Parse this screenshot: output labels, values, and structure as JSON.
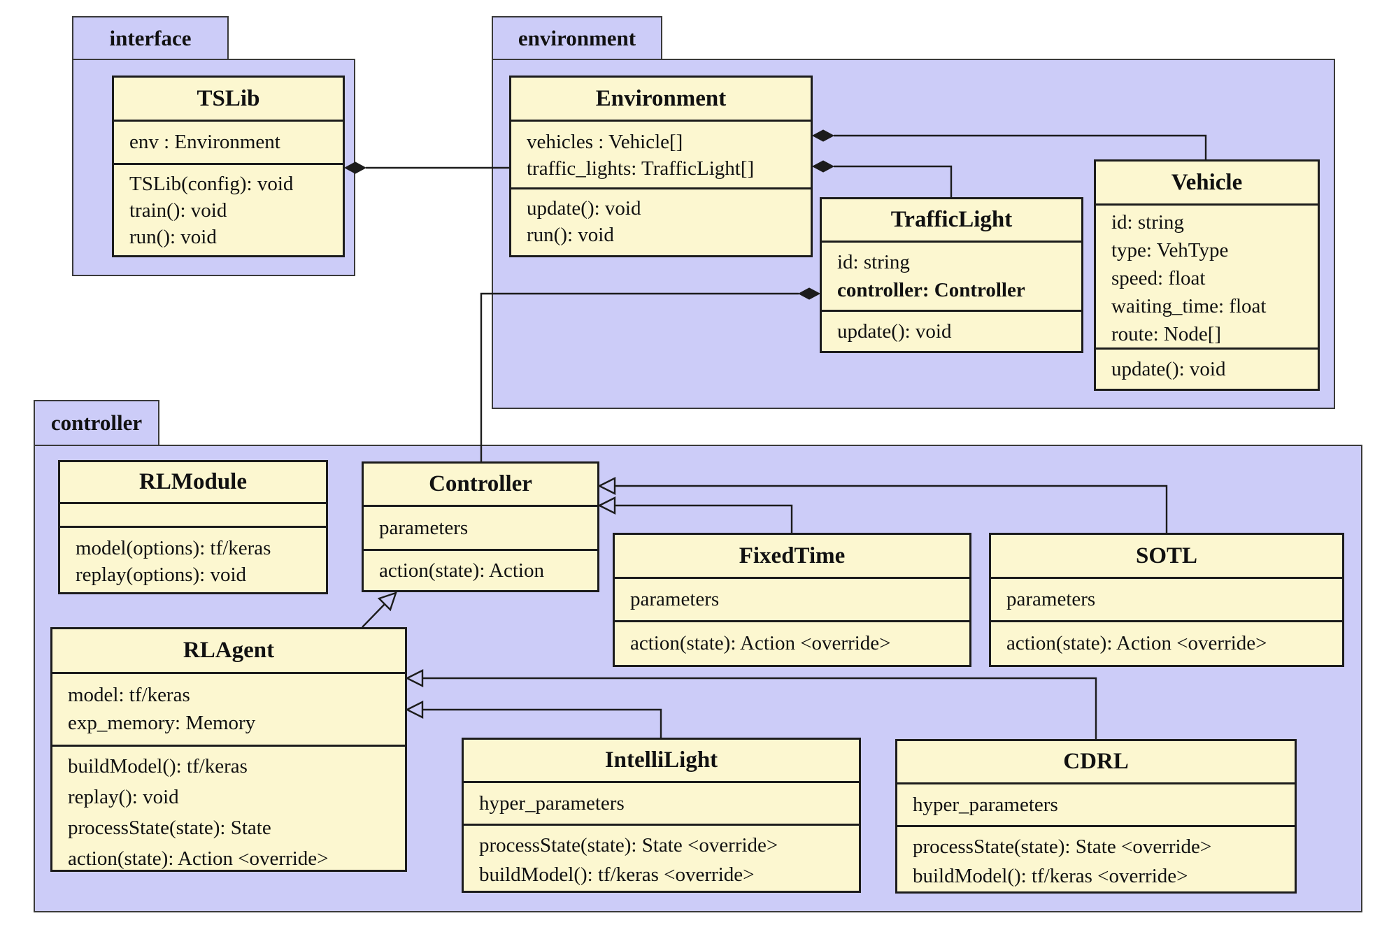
{
  "diagram_type": "uml-class-diagram",
  "colors": {
    "package_fill": "#ccccf8",
    "class_fill": "#fcf7d0",
    "border": "#1c1c1c",
    "package_border": "#3a3a3a",
    "line": "#1c1c1c"
  },
  "packages": {
    "interface": {
      "label": "interface"
    },
    "environment": {
      "label": "environment"
    },
    "controller": {
      "label": "controller"
    }
  },
  "classes": {
    "tslib": {
      "title": "TSLib",
      "attrs": [
        "env : Environment"
      ],
      "methods": [
        "TSLib(config): void",
        "train(): void",
        "run(): void"
      ]
    },
    "environment": {
      "title": "Environment",
      "attrs": [
        "vehicles : Vehicle[]",
        "traffic_lights: TrafficLight[]"
      ],
      "methods": [
        "update(): void",
        "run(): void"
      ]
    },
    "trafficlight": {
      "title": "TrafficLight",
      "attrs": [
        "id: string",
        "controller: Controller"
      ],
      "methods": [
        "update(): void"
      ]
    },
    "vehicle": {
      "title": "Vehicle",
      "attrs": [
        "id: string",
        "type: VehType",
        "speed: float",
        "waiting_time: float",
        "route: Node[]"
      ],
      "methods": [
        "update(): void"
      ]
    },
    "rlmodule": {
      "title": "RLModule",
      "attrs": [],
      "methods": [
        "model(options): tf/keras",
        "replay(options): void"
      ]
    },
    "controller": {
      "title": "Controller",
      "attrs": [
        "parameters"
      ],
      "methods": [
        "action(state): Action"
      ]
    },
    "fixedtime": {
      "title": "FixedTime",
      "attrs": [
        "parameters"
      ],
      "methods": [
        "action(state): Action <override>"
      ]
    },
    "sotl": {
      "title": "SOTL",
      "attrs": [
        "parameters"
      ],
      "methods": [
        "action(state): Action <override>"
      ]
    },
    "rlagent": {
      "title": "RLAgent",
      "attrs": [
        "model: tf/keras",
        "exp_memory: Memory"
      ],
      "methods": [
        "buildModel(): tf/keras",
        "replay(): void",
        "processState(state): State",
        "action(state): Action <override>"
      ]
    },
    "intellilight": {
      "title": "IntelliLight",
      "attrs": [
        "hyper_parameters"
      ],
      "methods": [
        "processState(state): State <override>",
        "buildModel(): tf/keras <override>"
      ]
    },
    "cdrl": {
      "title": "CDRL",
      "attrs": [
        "hyper_parameters"
      ],
      "methods": [
        "processState(state): State <override>",
        "buildModel(): tf/keras <override>"
      ]
    }
  },
  "relations": [
    {
      "type": "aggregation",
      "from": "TSLib",
      "to": "Environment"
    },
    {
      "type": "aggregation",
      "from": "Environment",
      "to": "Vehicle"
    },
    {
      "type": "aggregation",
      "from": "Environment",
      "to": "TrafficLight"
    },
    {
      "type": "aggregation",
      "from": "TrafficLight",
      "to": "Controller"
    },
    {
      "type": "generalization",
      "parent": "Controller",
      "child": "SOTL"
    },
    {
      "type": "generalization",
      "parent": "Controller",
      "child": "FixedTime"
    },
    {
      "type": "generalization",
      "parent": "Controller",
      "child": "RLAgent"
    },
    {
      "type": "generalization",
      "parent": "RLAgent",
      "child": "CDRL"
    },
    {
      "type": "generalization",
      "parent": "RLAgent",
      "child": "IntelliLight"
    }
  ]
}
